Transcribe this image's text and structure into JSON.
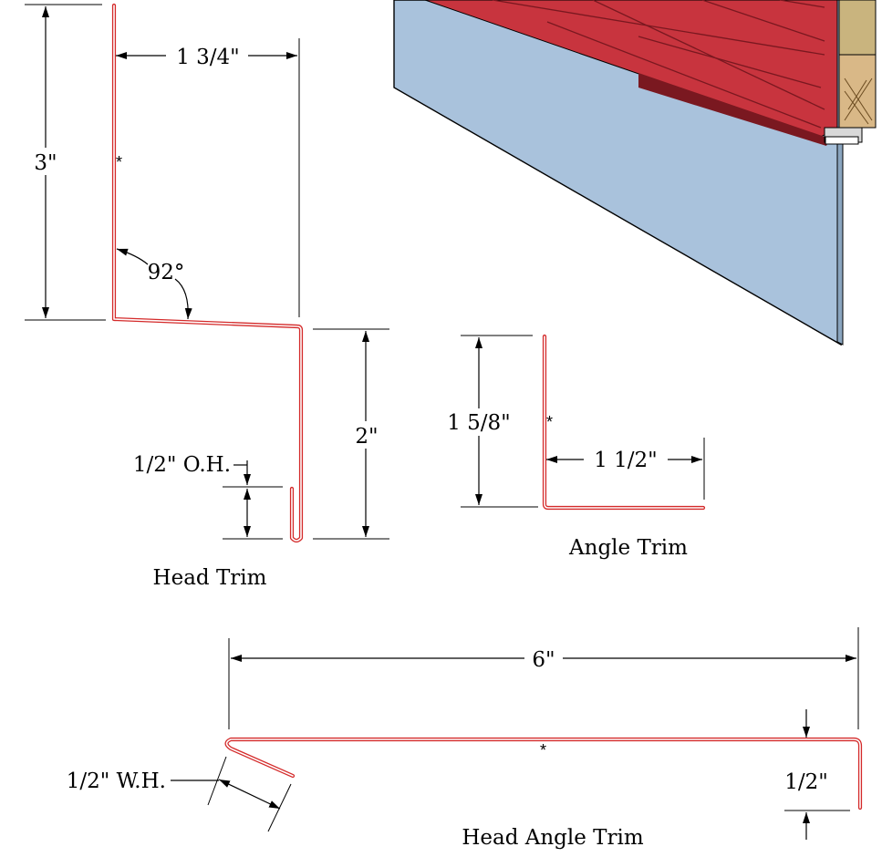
{
  "head_trim": {
    "title": "Head Trim",
    "dim_height": "3\"",
    "dim_width": "1 3/4\"",
    "dim_angle": "92°",
    "dim_drop": "2\"",
    "dim_overhang": "1/2\" O.H.",
    "hem_mark": "*"
  },
  "angle_trim": {
    "title": "Angle Trim",
    "dim_height": "1 5/8\"",
    "dim_width": "1 1/2\"",
    "hem_mark": "*"
  },
  "head_angle_trim": {
    "title": "Head Angle Trim",
    "dim_length": "6\"",
    "dim_leg": "1/2\"",
    "dim_hem": "1/2\" W.H.",
    "hem_mark": "*"
  },
  "colors": {
    "trim_stroke": "#d42a2a",
    "siding_red": "#c8343e",
    "panel_blue": "#a9c2dc",
    "wood": "#d9b887"
  }
}
